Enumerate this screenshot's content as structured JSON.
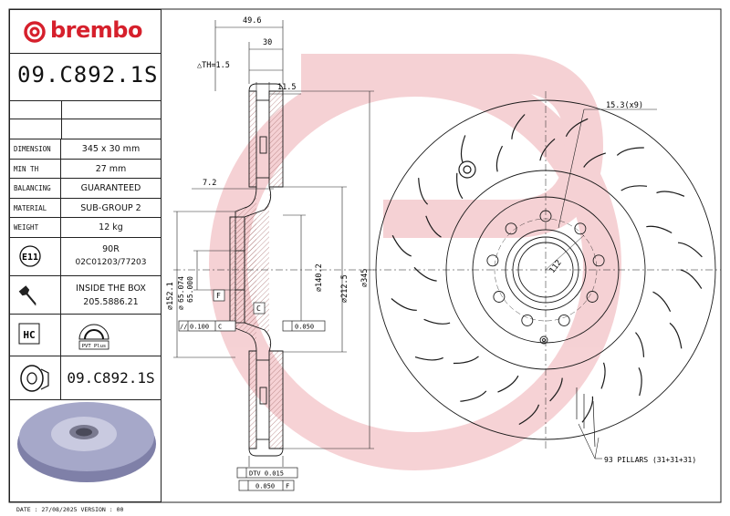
{
  "brand": {
    "name": "brembo",
    "color": "#d6202c"
  },
  "part_code": "09.C892.1S",
  "specs": [
    {
      "label": "DIMENSION",
      "value": "345 x 30 mm"
    },
    {
      "label": "MIN TH",
      "value": "27 mm"
    },
    {
      "label": "BALANCING",
      "value": "GUARANTEED"
    },
    {
      "label": "MATERIAL",
      "value": "SUB-GROUP 2"
    },
    {
      "label": "WEIGHT",
      "value": "12 kg"
    }
  ],
  "approval": {
    "mark": "E11",
    "regulation": "90R",
    "number": "02C01203/77203"
  },
  "inside_box": {
    "label": "INSIDE THE BOX",
    "code": "205.5886.21"
  },
  "hc": {
    "mark": "HC",
    "pvt_label": "PVT Plus"
  },
  "part_code_repeat": "09.C892.1S",
  "footer": "DATE : 27/08/2025 VERSION : 00",
  "dimensions": {
    "total_width": "49.6",
    "thickness": "30",
    "th_tolerance": "△TH=1.5",
    "offset": "11.5",
    "hub_step": "7.2",
    "d152": "⌀152.1",
    "d65_hi": "65.074",
    "d65_lo": "65.000",
    "d65_sym": "⌀",
    "d140": "⌀140.2",
    "d212": "⌀212.5",
    "d345": "⌀345",
    "pcd": "112",
    "holes": "15.3(x9)",
    "pillars": "93 PILLARS (31+31+31)",
    "datum_f": "F",
    "datum_c": "C",
    "tol_parallel": "//",
    "tol_parallel_val": "0.100",
    "tol_flat_val": "0.050",
    "dtv": "DTV 0.015",
    "runout": "0.050",
    "runout_ref": "F"
  },
  "colors": {
    "ink": "#1a1a1a",
    "hatch": "#9a6a6a",
    "watermark": "#f3c6c9"
  }
}
